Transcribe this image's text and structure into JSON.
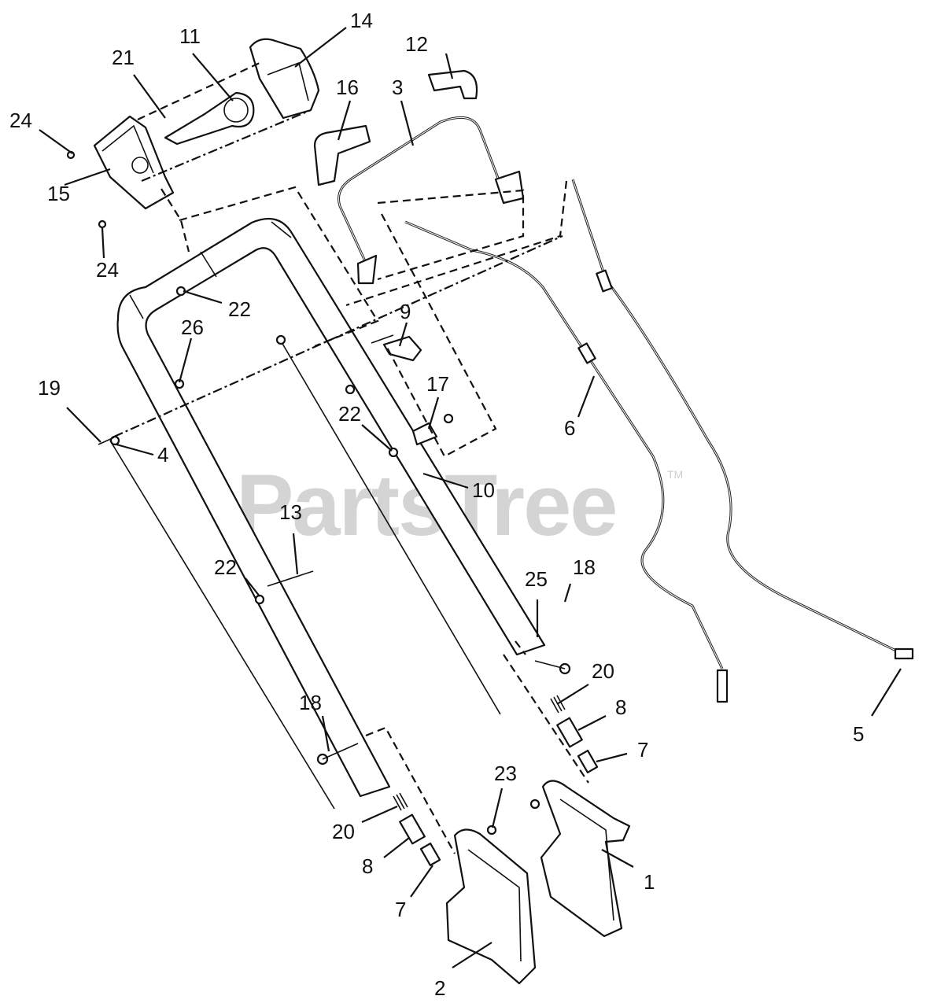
{
  "watermark": {
    "text": "PartsTree",
    "trademark": "TM"
  },
  "callouts": {
    "c1": "1",
    "c2": "2",
    "c3": "3",
    "c4": "4",
    "c5": "5",
    "c6": "6",
    "c7a": "7",
    "c7b": "7",
    "c8a": "8",
    "c8b": "8",
    "c9": "9",
    "c10": "10",
    "c11": "11",
    "c12": "12",
    "c13": "13",
    "c14": "14",
    "c15": "15",
    "c16": "16",
    "c17": "17",
    "c18a": "18",
    "c18b": "18",
    "c19": "19",
    "c20a": "20",
    "c20b": "20",
    "c21": "21",
    "c22a": "22",
    "c22b": "22",
    "c22c": "22",
    "c23": "23",
    "c24a": "24",
    "c24b": "24",
    "c25": "25",
    "c26": "26"
  }
}
